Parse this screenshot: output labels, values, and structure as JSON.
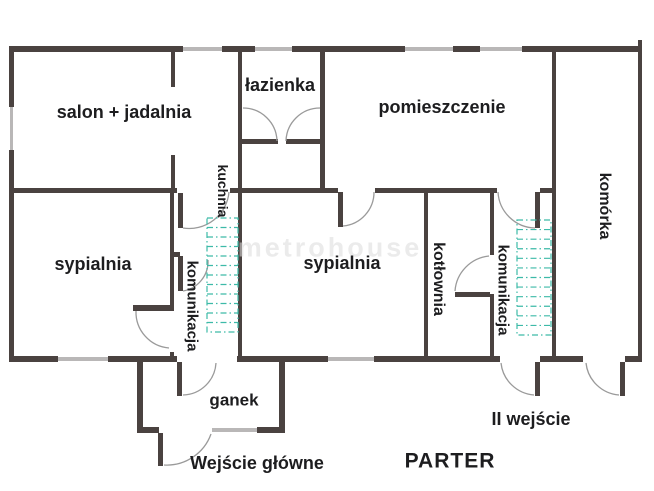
{
  "floor_plan": {
    "title": "PARTER",
    "watermark": "metrohouse",
    "rooms": {
      "salon": {
        "label": "salon + jadalnia"
      },
      "lazienka": {
        "label": "łazienka"
      },
      "pomieszczenie": {
        "label": "pomieszczenie"
      },
      "kuchnia": {
        "label": "kuchnia"
      },
      "sypialnia_left": {
        "label": "sypialnia"
      },
      "sypialnia_center": {
        "label": "sypialnia"
      },
      "komunikacja_left": {
        "label": "komunikacja"
      },
      "komunikacja_right": {
        "label": "komunikacja"
      },
      "kotlownia": {
        "label": "kotłownia"
      },
      "komorka": {
        "label": "komórka"
      },
      "ganek": {
        "label": "ganek"
      }
    },
    "entrances": {
      "main": {
        "label": "Wejście główne"
      },
      "second": {
        "label": "II wejście"
      }
    },
    "colors": {
      "wall": "#4a4240",
      "window": "#b9b7b7",
      "door_arc": "#9a9a9a",
      "stairs": "#3dbaa8",
      "text": "#1d1d1f",
      "watermark": "#dcdcdc",
      "background": "#ffffff"
    }
  }
}
